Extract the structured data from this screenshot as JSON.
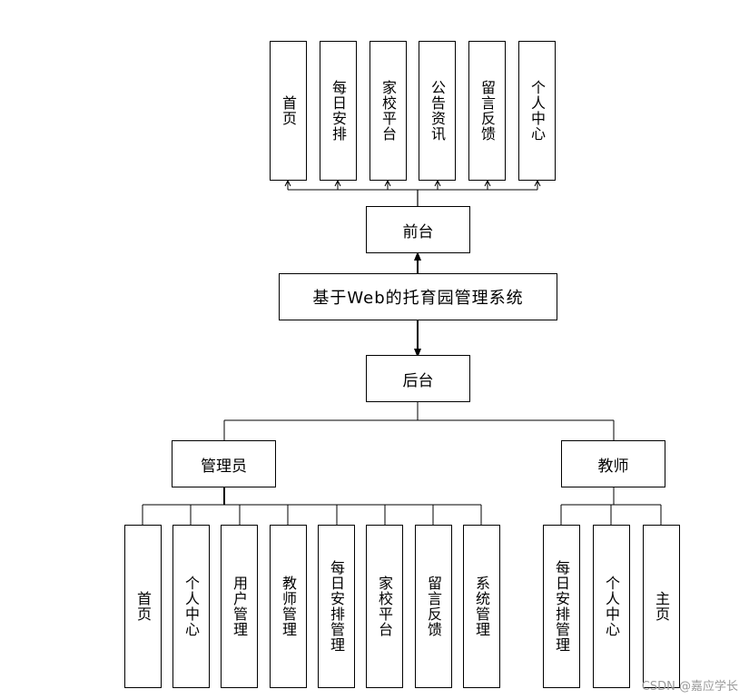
{
  "diagram": {
    "root": "基于Web的托育园管理系统",
    "front": {
      "label": "前台",
      "items": [
        "首页",
        "每日安排",
        "家校平台",
        "公告资讯",
        "留言反馈",
        "个人中心"
      ]
    },
    "back": {
      "label": "后台",
      "admin": {
        "label": "管理员",
        "items": [
          "首页",
          "个人中心",
          "用户管理",
          "教师管理",
          "每日安排管理",
          "家校平台",
          "留言反馈",
          "系统管理"
        ]
      },
      "teacher": {
        "label": "教师",
        "items": [
          "每日安排管理",
          "个人中心",
          "主页"
        ]
      }
    }
  },
  "watermark": "CSDN @嘉应学长"
}
